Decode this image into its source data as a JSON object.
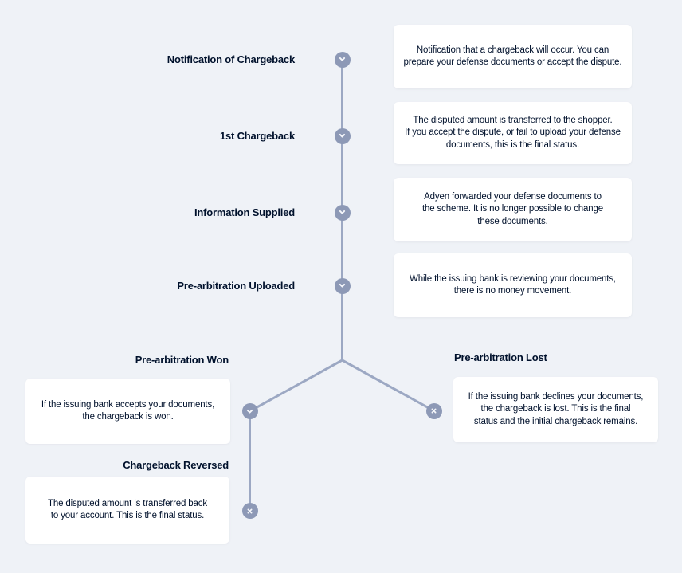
{
  "colors": {
    "background": "#eff2f7",
    "card": "#ffffff",
    "text": "#00112c",
    "connector": "#9ca8c3",
    "node_fill": "#8d99b6",
    "node_glyph": "#f4f6fa"
  },
  "steps": [
    {
      "id": "notification-of-chargeback",
      "label": "Notification of Chargeback",
      "icon": "chevron-down",
      "description": "Notification that a chargeback will occur. You can\nprepare your defense documents or accept the dispute."
    },
    {
      "id": "first-chargeback",
      "label": "1st Chargeback",
      "icon": "chevron-down",
      "description": "The disputed amount is transferred to the shopper.\nIf you accept the dispute, or fail to upload your defense\ndocuments, this is the final status."
    },
    {
      "id": "information-supplied",
      "label": "Information Supplied",
      "icon": "chevron-down",
      "description": "Adyen forwarded your defense documents to\nthe scheme. It is no longer possible to change\nthese documents."
    },
    {
      "id": "pre-arbitration-uploaded",
      "label": "Pre-arbitration Uploaded",
      "icon": "chevron-down",
      "description": "While the issuing bank is reviewing your documents,\nthere is no money movement."
    },
    {
      "id": "pre-arbitration-won",
      "label": "Pre-arbitration Won",
      "icon": "chevron-down",
      "description": "If the issuing bank accepts your documents,\nthe chargeback is won."
    },
    {
      "id": "pre-arbitration-lost",
      "label": "Pre-arbitration Lost",
      "icon": "close",
      "description": "If the issuing bank declines your documents,\nthe chargeback is lost. This is the final\nstatus and the initial chargeback remains."
    },
    {
      "id": "chargeback-reversed",
      "label": "Chargeback Reversed",
      "icon": "close",
      "description": "The disputed amount is transferred back\nto your account. This is the final status."
    }
  ]
}
